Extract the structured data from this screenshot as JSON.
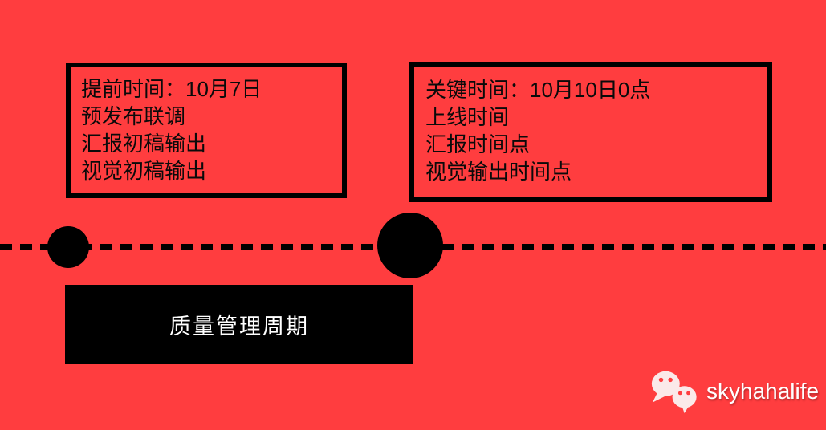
{
  "page": {
    "background_color": "#FF3D3F",
    "ink_color": "#000000",
    "text_white": "#FFFFFF"
  },
  "boxes": [
    {
      "name": "early-milestones",
      "lines": [
        "提前时间：10月7日",
        "预发布联调",
        "汇报初稿输出",
        "视觉初稿输出"
      ]
    },
    {
      "name": "key-milestones",
      "lines": [
        "关键时间：10月10日0点",
        "上线时间",
        "汇报时间点",
        "视觉输出时间点"
      ]
    }
  ],
  "timeline": {
    "period_label": "质量管理周期"
  },
  "watermark": {
    "icon": "wechat-logo",
    "text": "skyhahalife",
    "bubble_color": "#FBE9E9"
  }
}
